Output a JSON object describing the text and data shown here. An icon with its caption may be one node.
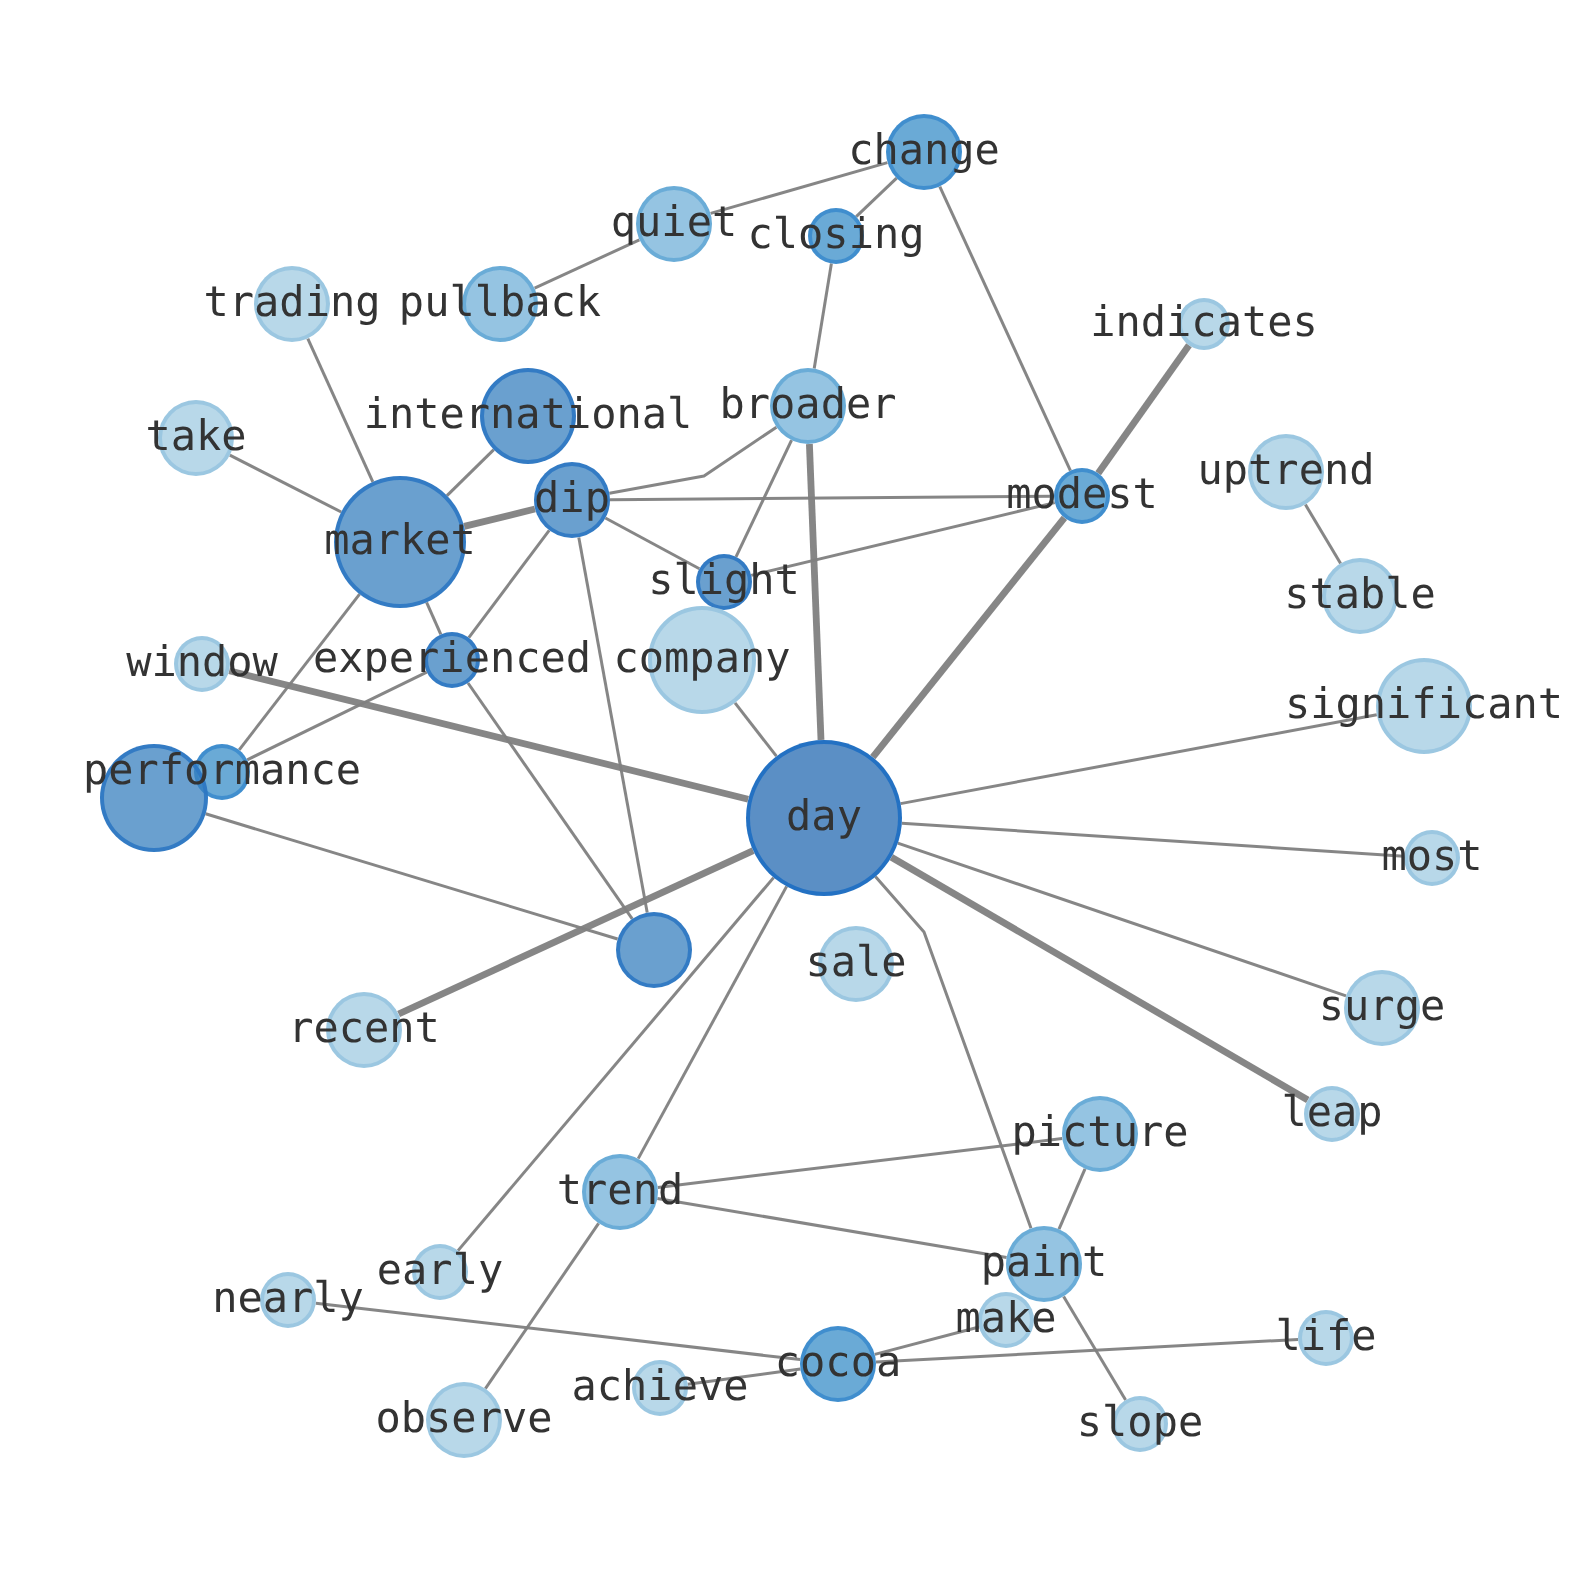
{
  "diagram": {
    "nodes": [
      {
        "text": [
          "change"
        ]
      },
      {
        "text": [
          "quiet"
        ]
      },
      {
        "text": [
          "closing"
        ]
      },
      {
        "text": [
          "trading"
        ]
      },
      {
        "text": [
          "pullback"
        ]
      },
      {
        "text": [
          "indicates"
        ]
      },
      {
        "text": [
          "broader"
        ]
      },
      {
        "text": [
          "international"
        ]
      },
      {
        "text": [
          "take"
        ]
      },
      {
        "text": [
          "uptrend"
        ]
      },
      {
        "text": [
          "modest"
        ]
      },
      {
        "text": [
          "dip"
        ]
      },
      {
        "text": [
          "market"
        ]
      },
      {
        "text": [
          "slight"
        ]
      },
      {
        "text": [
          "stable"
        ]
      },
      {
        "text": [
          "window"
        ]
      },
      {
        "text": [
          "company"
        ]
      },
      {
        "text": [
          "experienced"
        ]
      },
      {
        "text": [
          "significant"
        ]
      },
      {
        "text": [
          "performance"
        ]
      },
      {
        "text": [],
        "shape": "circle"
      },
      {
        "text": [
          "day"
        ]
      },
      {
        "text": [
          "most"
        ]
      },
      {
        "text": [],
        "shape": "circle"
      },
      {
        "text": [
          "sale"
        ]
      },
      {
        "text": [
          "surge"
        ]
      },
      {
        "text": [
          "recent"
        ]
      },
      {
        "text": [
          "leap"
        ]
      },
      {
        "text": [
          "picture"
        ]
      },
      {
        "text": [
          "trend"
        ]
      },
      {
        "text": [
          "paint"
        ]
      },
      {
        "text": [
          "early"
        ]
      },
      {
        "text": [
          "nearly"
        ]
      },
      {
        "text": [
          "make"
        ]
      },
      {
        "text": [
          "life"
        ]
      },
      {
        "text": [
          "cocoa"
        ]
      },
      {
        "text": [
          "achieve"
        ]
      },
      {
        "text": [
          "observe"
        ]
      },
      {
        "text": [
          "slope"
        ]
      }
    ],
    "edges": [
      {
        "from": 1,
        "to": 0,
        "arrow": "none"
      },
      {
        "from": 4,
        "to": 1,
        "arrow": "none"
      },
      {
        "from": 0,
        "to": 2,
        "arrow": "none"
      },
      {
        "from": 0,
        "to": 10,
        "arrow": "none"
      },
      {
        "from": 2,
        "to": 6,
        "arrow": "none"
      },
      {
        "from": 6,
        "to": 13,
        "arrow": "none"
      },
      {
        "from": 6,
        "to": 21,
        "arrow": "none",
        "style": "thick"
      },
      {
        "from": 11,
        "to": 6,
        "arrow": "none"
      },
      {
        "from": 5,
        "to": 10,
        "arrow": "none",
        "style": "thick"
      },
      {
        "from": 10,
        "to": 21,
        "arrow": "none",
        "style": "thick"
      },
      {
        "from": 11,
        "to": 10,
        "arrow": "none"
      },
      {
        "from": 11,
        "to": 12,
        "arrow": "none",
        "style": "thick"
      },
      {
        "from": 11,
        "to": 13,
        "arrow": "none"
      },
      {
        "from": 11,
        "to": 23,
        "arrow": "none"
      },
      {
        "from": 7,
        "to": 12,
        "arrow": "none"
      },
      {
        "from": 8,
        "to": 12,
        "arrow": "none"
      },
      {
        "from": 3,
        "to": 12,
        "arrow": "none"
      },
      {
        "from": 17,
        "to": 23,
        "arrow": "none"
      },
      {
        "from": 17,
        "to": 19,
        "arrow": "none"
      },
      {
        "from": 17,
        "to": 12,
        "arrow": "none"
      },
      {
        "from": 17,
        "to": 11,
        "arrow": "none"
      },
      {
        "from": 20,
        "to": 23,
        "arrow": "none"
      },
      {
        "from": 15,
        "to": 21,
        "arrow": "none",
        "style": "thick"
      },
      {
        "from": 13,
        "to": 10,
        "arrow": "none"
      },
      {
        "from": 19,
        "to": 12,
        "arrow": "none"
      },
      {
        "from": 16,
        "to": 21,
        "arrow": "none"
      },
      {
        "from": 9,
        "to": 14,
        "arrow": "none"
      },
      {
        "from": 21,
        "to": 18,
        "arrow": "none"
      },
      {
        "from": 21,
        "to": 22,
        "arrow": "none"
      },
      {
        "from": 21,
        "to": 25,
        "arrow": "none"
      },
      {
        "from": 21,
        "to": 27,
        "arrow": "none",
        "style": "thick"
      },
      {
        "from": 21,
        "to": 26,
        "arrow": "none",
        "style": "thick"
      },
      {
        "from": 21,
        "to": 31,
        "arrow": "none"
      },
      {
        "from": 29,
        "to": 21,
        "arrow": "none"
      },
      {
        "from": 37,
        "to": 29,
        "arrow": "none"
      },
      {
        "from": 21,
        "to": 30,
        "arrow": "none"
      },
      {
        "from": 30,
        "to": 38,
        "arrow": "none"
      },
      {
        "from": 29,
        "to": 28,
        "arrow": "none"
      },
      {
        "from": 29,
        "to": 30,
        "arrow": "none"
      },
      {
        "from": 28,
        "to": 30,
        "arrow": "none"
      },
      {
        "from": 32,
        "to": 35,
        "arrow": "none"
      },
      {
        "from": 36,
        "to": 35,
        "arrow": "none"
      },
      {
        "from": 35,
        "to": 33,
        "arrow": "none"
      },
      {
        "from": 35,
        "to": 34,
        "arrow": "none"
      }
    ]
  }
}
